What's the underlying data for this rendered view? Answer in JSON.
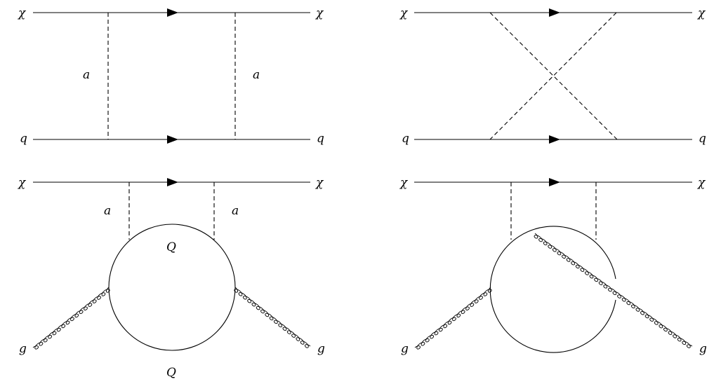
{
  "diagrams": [
    {
      "name": "box-diagram",
      "labels": {
        "chi_in": "χ",
        "chi_out": "χ",
        "q_in": "q",
        "q_out": "q",
        "a_left": "a",
        "a_right": "a"
      }
    },
    {
      "name": "crossed-box-diagram",
      "labels": {
        "chi_in": "χ",
        "chi_out": "χ",
        "q_in": "q",
        "q_out": "q"
      }
    },
    {
      "name": "gluon-loop-diagram",
      "labels": {
        "chi_in": "χ",
        "chi_out": "χ",
        "a_left": "a",
        "a_right": "a",
        "Q_top": "Q",
        "Q_bottom": "Q",
        "g_in": "g",
        "g_out": "g"
      }
    },
    {
      "name": "gluon-loop-crossed-diagram",
      "labels": {
        "chi_in": "χ",
        "chi_out": "χ",
        "g_in": "g",
        "g_out": "g"
      }
    }
  ]
}
